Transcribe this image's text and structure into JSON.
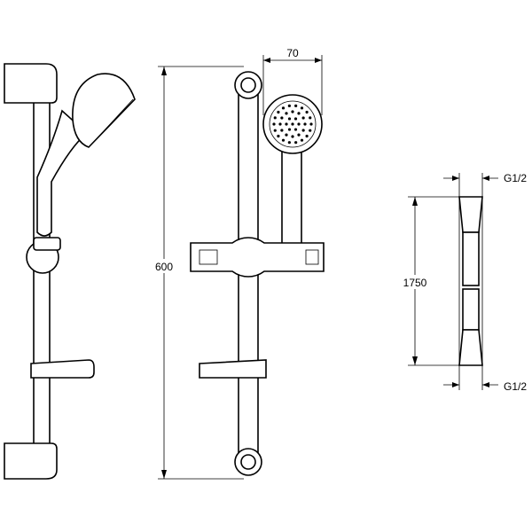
{
  "drawing": {
    "dimensions": {
      "head_diameter": "70",
      "rail_height": "600",
      "hose_length": "1750",
      "hose_thread_top": "G1/2",
      "hose_thread_bottom": "G1/2"
    }
  }
}
